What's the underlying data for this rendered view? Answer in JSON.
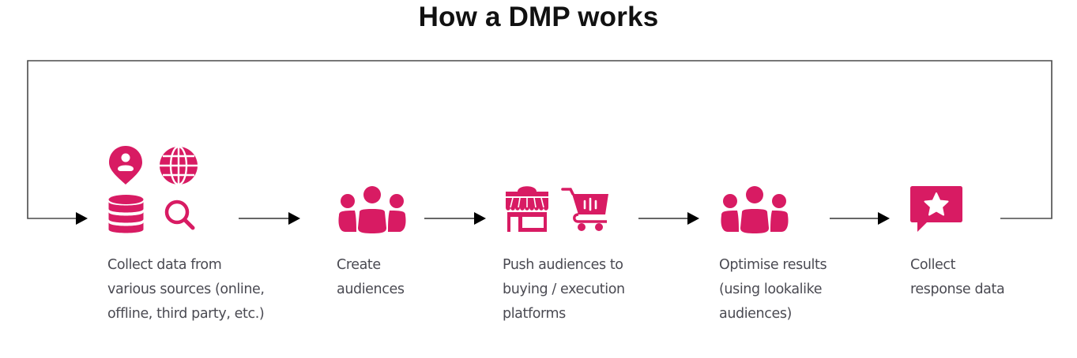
{
  "title": "How a DMP works",
  "colors": {
    "accent": "#d81b63",
    "line": "#4a4a4a",
    "arrowhead": "#000000",
    "text": "#4a4a52",
    "title": "#111111"
  },
  "steps": [
    {
      "icons": [
        "map-pin-user-icon",
        "globe-icon",
        "database-icon",
        "search-icon"
      ],
      "label": "Collect data from\nvarious sources (online,\noffline, third party, etc.)"
    },
    {
      "icons": [
        "audience-group-icon"
      ],
      "label": "Create\naudiences"
    },
    {
      "icons": [
        "storefront-icon",
        "shopping-cart-icon"
      ],
      "label": "Push audiences to\nbuying / execution\nplatforms"
    },
    {
      "icons": [
        "audience-group-icon"
      ],
      "label": "Optimise results\n(using lookalike\naudiences)"
    },
    {
      "icons": [
        "star-feedback-bubble-icon"
      ],
      "label": "Collect\nresponse data"
    }
  ],
  "connectors": [
    "step-1-to-2",
    "step-2-to-3",
    "step-3-to-4",
    "step-4-to-5",
    "loop-back-to-step-1"
  ]
}
